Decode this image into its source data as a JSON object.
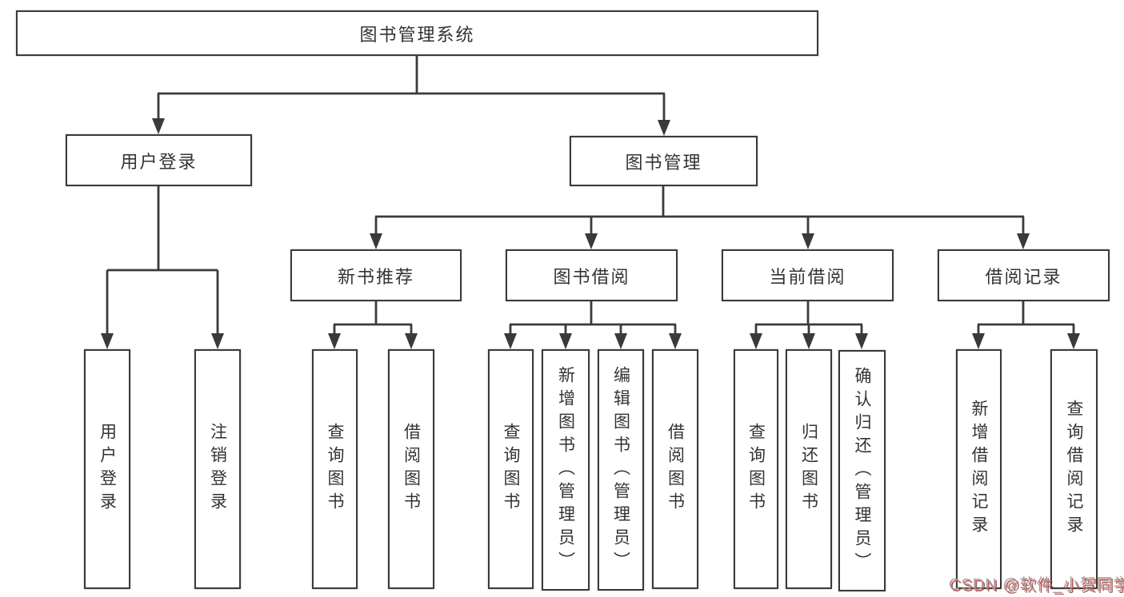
{
  "diagram": {
    "tree": {
      "label": "图书管理系统",
      "children": [
        {
          "label": "用户登录",
          "children": [
            {
              "label": "用户登录"
            },
            {
              "label": "注销登录"
            }
          ]
        },
        {
          "label": "图书管理",
          "children": [
            {
              "label": "新书推荐",
              "children": [
                {
                  "label": "查询图书"
                },
                {
                  "label": "借阅图书"
                }
              ]
            },
            {
              "label": "图书借阅",
              "children": [
                {
                  "label": "查询图书"
                },
                {
                  "label": "新增图书（管理员）"
                },
                {
                  "label": "编辑图书（管理员）"
                },
                {
                  "label": "借阅图书"
                }
              ]
            },
            {
              "label": "当前借阅",
              "children": [
                {
                  "label": "查询图书"
                },
                {
                  "label": "归还图书"
                },
                {
                  "label": "确认归还（管理员）"
                }
              ]
            },
            {
              "label": "借阅记录",
              "children": [
                {
                  "label": "新增借阅记录"
                },
                {
                  "label": "查询借阅记录"
                }
              ]
            }
          ]
        }
      ]
    },
    "colors": {
      "line": "#3a3a3a",
      "box_border": "#3a3a3a",
      "text": "#333333",
      "background": "#ffffff",
      "watermark_gray": "#9e9e9e",
      "watermark_red": "#c73e3a"
    }
  },
  "watermark": {
    "text": "CSDN @软件_小贺同学"
  }
}
